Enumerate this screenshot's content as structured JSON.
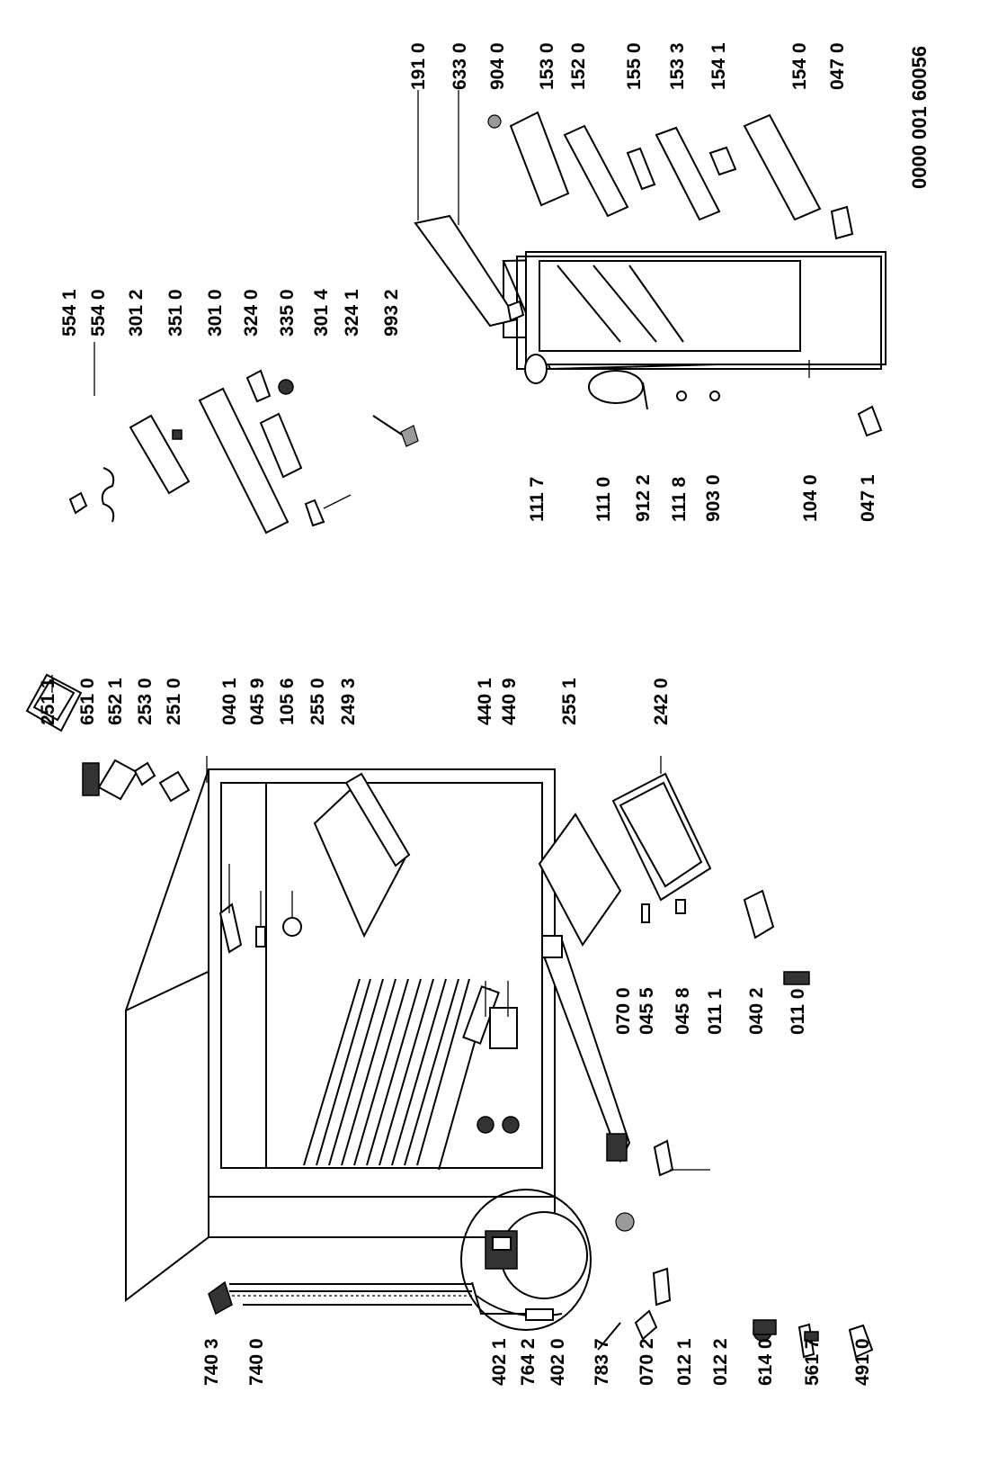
{
  "document_number": "0000 001 60056",
  "parts": {
    "p2511a": "251 1",
    "p6510": "651 0",
    "p6521": "652 1",
    "p2530": "253 0",
    "p2510": "251 0",
    "p0401": "040 1",
    "p0459": "045 9",
    "p1056": "105 6",
    "p2550": "255 0",
    "p2493": "249 3",
    "p4401": "440 1",
    "p4409": "440 9",
    "p2551": "255 1",
    "p2420": "242 0",
    "p7403": "740 3",
    "p7400": "740 0",
    "p4021": "402 1",
    "p7642": "764 2",
    "p4020": "402 0",
    "p7837": "783 7",
    "p0702": "070 2",
    "p0121": "012 1",
    "p0122": "012 2",
    "p6140": "614 0",
    "p5617": "561 7",
    "p4910": "491 0",
    "p0700": "070 0",
    "p0455": "045 5",
    "p0458": "045 8",
    "p0111": "011 1",
    "p0402": "040 2",
    "p0110": "011 0",
    "p5541": "554 1",
    "p5540": "554 0",
    "p3012": "301 2",
    "p3510": "351 0",
    "p3010": "301 0",
    "p3240": "324 0",
    "p3350": "335 0",
    "p3014": "301 4",
    "p3241": "324 1",
    "p9932": "993 2",
    "p1910": "191 0",
    "p6330": "633 0",
    "p9040": "904 0",
    "p1530": "153 0",
    "p1520": "152 0",
    "p1550": "155 0",
    "p1533": "153 3",
    "p1541": "154 1",
    "p1540": "154 0",
    "p0470": "047 0",
    "p1117": "111 7",
    "p1110": "111 0",
    "p9122": "912 2",
    "p1118": "111 8",
    "p9030": "903 0",
    "p1040": "104 0",
    "p0471": "047 1"
  }
}
